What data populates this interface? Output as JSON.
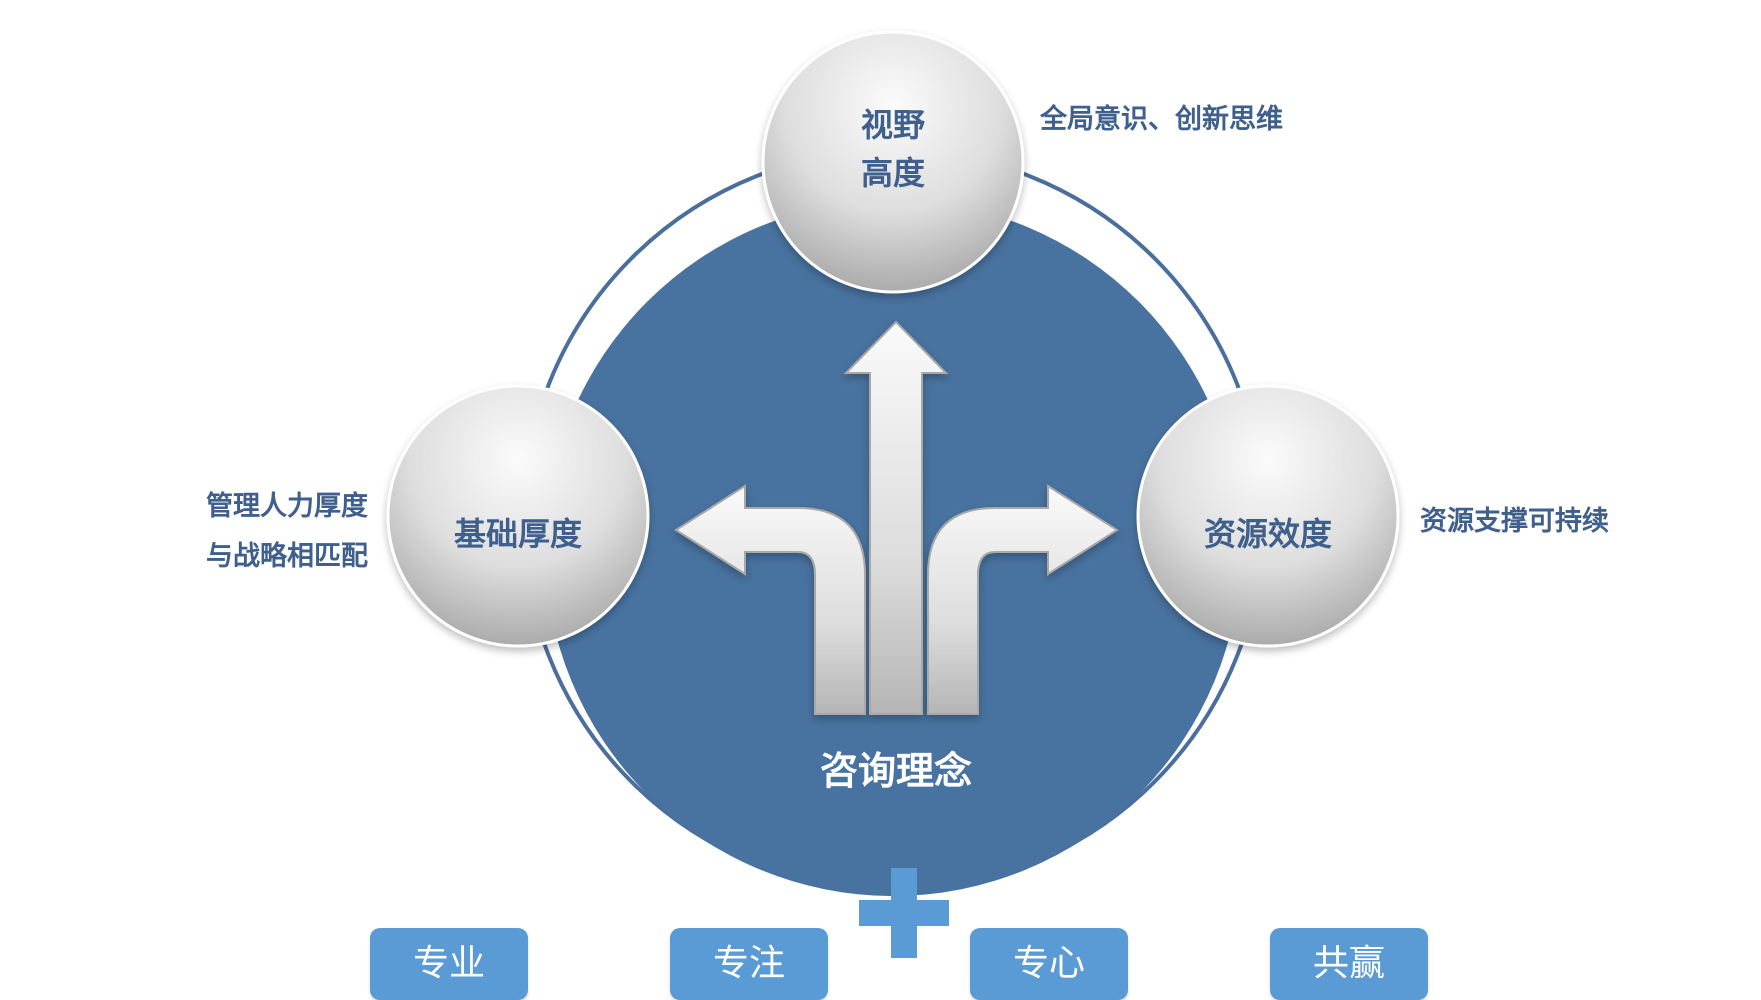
{
  "top_node": {
    "line1": "视野",
    "line2": "高度",
    "desc": "全局意识、创新思维"
  },
  "left_node": {
    "label": "基础厚度",
    "desc_line1": "管理人力厚度",
    "desc_line2": "与战略相匹配"
  },
  "right_node": {
    "label": "资源效度",
    "desc": "资源支撑可持续"
  },
  "center_label": "咨询理念",
  "boxes": [
    "专业",
    "专注",
    "专心",
    "共赢"
  ],
  "colors": {
    "main_circle": "#48729f",
    "ring": "#4a6f9c",
    "text": "#3f5f8c",
    "box": "#5b9bd5",
    "plus": "#5b9bd5"
  }
}
